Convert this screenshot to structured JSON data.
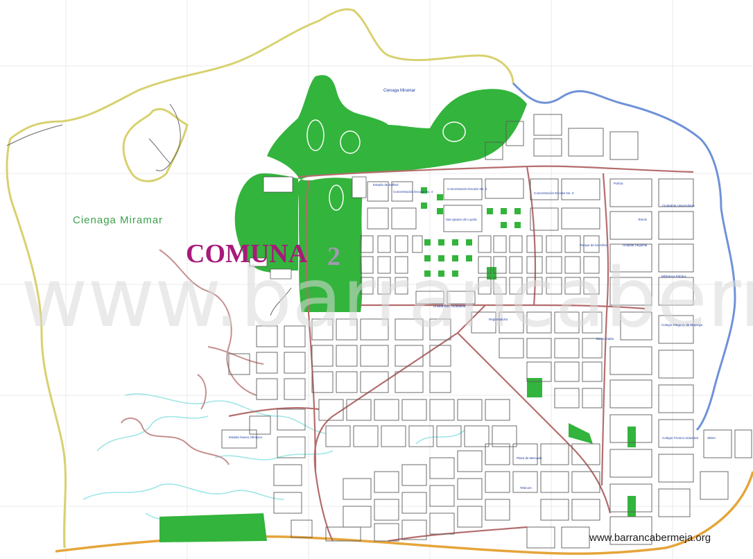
{
  "map": {
    "watermark": "www.barrancabermeja.org",
    "site_credit": "www.barrancabermeja.org",
    "label_cienaga_large": "Cienaga Miramar",
    "label_cienaga_top": "Cienaga Miramar",
    "label_comuna": "COMUNA",
    "label_comuna_number": "2",
    "colors": {
      "boundary_yellow": "#d6cf6a",
      "boundary_blue": "#6c8fd6",
      "boundary_orange": "#e0a030",
      "green_areas": "#2fb33a",
      "roads": "#b07070",
      "blocks": "#555555",
      "water": "#8fe0e0",
      "comuna_label": "#a8197a"
    },
    "pois": [
      {
        "text": "Estadio de Softbol"
      },
      {
        "text": "Concentración Escolar No. 4"
      },
      {
        "text": "Concentración Escolar No. 2"
      },
      {
        "text": "Concentración Escolar No. 3"
      },
      {
        "text": "San Ignacio de Loyola"
      },
      {
        "text": "Unidad Res. Ciudadela"
      },
      {
        "text": "Registraduría"
      },
      {
        "text": "Policía"
      },
      {
        "text": "Parque de los niños"
      },
      {
        "text": "Hospital Regional"
      },
      {
        "text": "Biblioteca Pública"
      },
      {
        "text": "Colegio Diego H. de Mayorga"
      },
      {
        "text": "Barrio Galán"
      },
      {
        "text": "Estadio Nuevo Olímpico"
      },
      {
        "text": "Plaza de Mercado"
      },
      {
        "text": "Colegio Técnico Industrial"
      },
      {
        "text": "Telecom"
      },
      {
        "text": "SENA"
      },
      {
        "text": "Tennis"
      },
      {
        "text": "Ciudadela Universitaria"
      }
    ]
  }
}
